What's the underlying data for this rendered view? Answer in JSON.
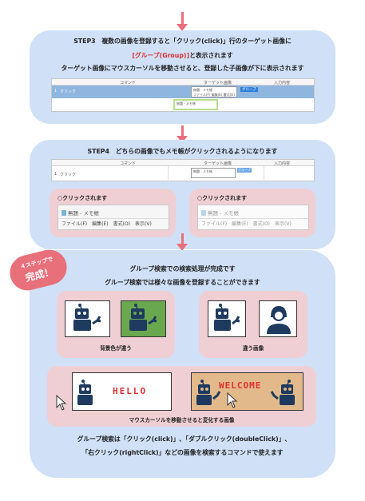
{
  "step3": {
    "line1": "STEP3　複数の画像を登録すると「クリック(click)」行のターゲット画像に",
    "line2": "[グループ(Group)]",
    "line2_suffix": "と表示されます",
    "line3": "ターゲット画像にマウスカーソルを移動させると、登録した子画像が下に表示されます",
    "table": {
      "headers": [
        "コマンド",
        "ターゲット画像",
        "入力内容"
      ],
      "row_num": "1",
      "row_cmd": "クリック",
      "group_badge": "グループ",
      "thumb_text": "無題 - メモ帳",
      "thumb_menu": "ファイル(F) 編集(E) 書式(O) 表示(V)"
    }
  },
  "step4": {
    "title": "STEP4　どちらの画像でもメモ帳がクリックされるようになります",
    "table": {
      "headers": [
        "コマンド",
        "ターゲット画像",
        "入力内容"
      ],
      "row_num": "1",
      "row_cmd": "クリック",
      "thumb_text": "無題 - メモ帳",
      "badge": "グループ"
    },
    "clicked_left": "○クリックされます",
    "clicked_right": "○クリックされます",
    "memo_title": "無題 - メモ帳",
    "memo_menu": "ファイル(F)　編集(E)　書式(O)　表示(V)"
  },
  "done": {
    "badge_line1": "４ステップで",
    "badge_line2": "完成！",
    "line1": "グループ検索での検索処理が完成です",
    "line2": "グループ検索では様々な画像を登録することができます",
    "cap_bg": "背景色が違う",
    "cap_diff": "違う画像",
    "hello": "HELLO",
    "welcome": "WELCOME",
    "cap_mouse": "マウスカーソルを移動させると変化する画像",
    "foot1": "グループ検索は「クリック(click)」､「ダブルクリック(doubleClick)」､",
    "foot2": "「右クリック(rightClick)」などの画像を検索するコマンドで使えます"
  },
  "colors": {
    "panel": "#cfe0f7",
    "pink": "#efcfd4",
    "arrow": "#e8707a",
    "accent_red": "#e03030",
    "robot": "#1e3a5f",
    "green": "#6aa84f",
    "tan": "#e2b98a"
  }
}
